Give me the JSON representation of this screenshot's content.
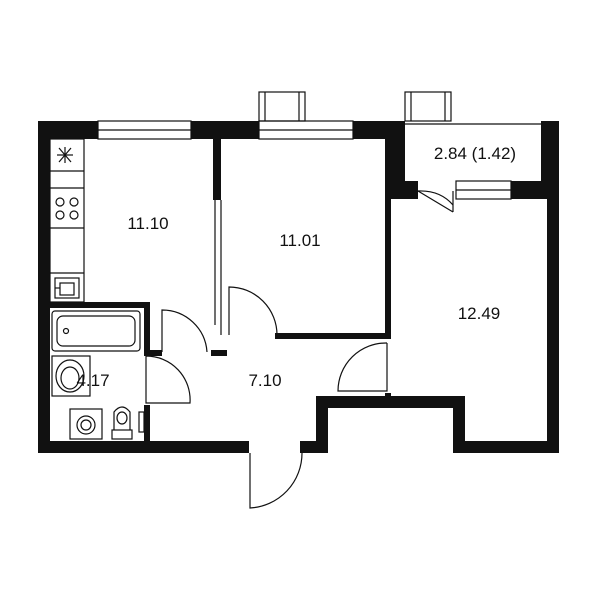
{
  "colors": {
    "wall": "#111111",
    "line": "#111111",
    "text": "#111111",
    "background": "#ffffff"
  },
  "rooms": [
    {
      "id": "kitchen",
      "area": "11.10"
    },
    {
      "id": "bedroom",
      "area": "11.01"
    },
    {
      "id": "balcony",
      "area": "2.84 (1.42)"
    },
    {
      "id": "living-room",
      "area": "12.49"
    },
    {
      "id": "bathroom",
      "area": "4.17"
    },
    {
      "id": "hallway",
      "area": "7.10"
    }
  ],
  "fixtures": [
    "stove-icon",
    "sink-icon",
    "bathtub-icon",
    "washbasin-icon",
    "washing-machine-icon",
    "toilet-icon"
  ]
}
